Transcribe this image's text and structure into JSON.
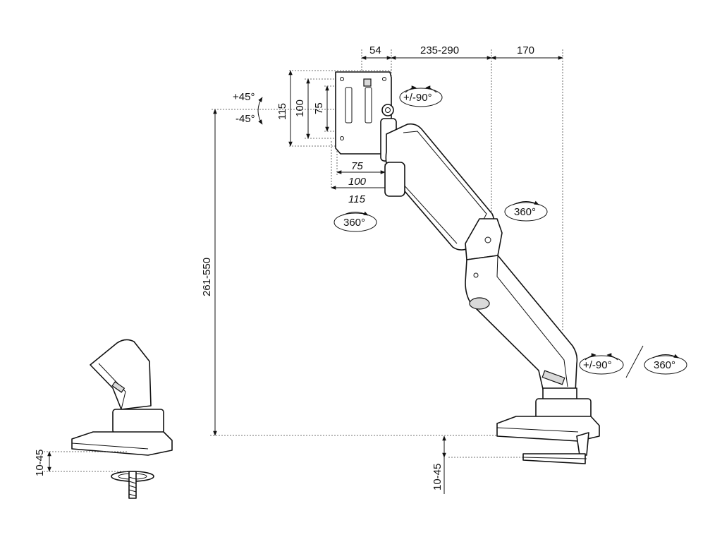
{
  "dimensions": {
    "vesa_offset": "54",
    "arm_reach": "235-290",
    "base_offset": "170",
    "height_range": "261-550",
    "vesa_h_115": "115",
    "vesa_h_100": "100",
    "vesa_h_75": "75",
    "vesa_w_75": "75",
    "vesa_w_100": "100",
    "vesa_w_115": "115",
    "clamp_thickness_left": "10-45",
    "clamp_thickness_right": "10-45"
  },
  "rotations": {
    "tilt_up": "+45°",
    "tilt_down": "-45°",
    "swivel_head": "+/-90°",
    "rotate_head": "360°",
    "rotate_elbow": "360°",
    "swivel_base": "+/-90°",
    "rotate_base": "360°"
  },
  "colors": {
    "line": "#111111",
    "dashed": "#444444",
    "shade": "#d9d9d9"
  }
}
